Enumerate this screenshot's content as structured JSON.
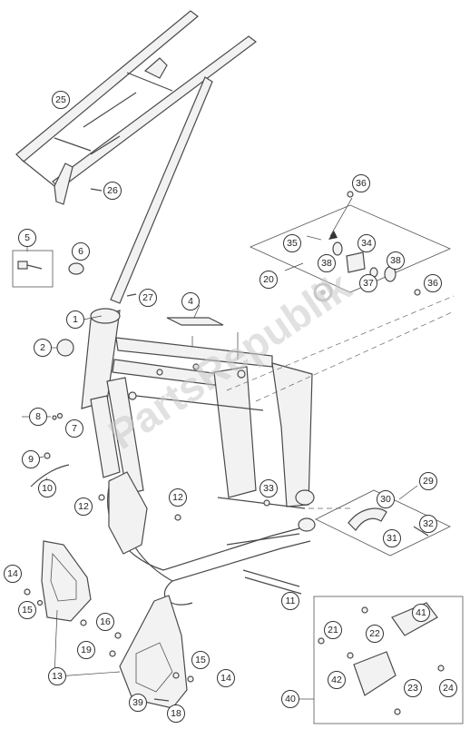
{
  "watermark": "PartsRepublik",
  "callouts": [
    {
      "id": "c1",
      "label": "1"
    },
    {
      "id": "c2",
      "label": "2"
    },
    {
      "id": "c4",
      "label": "4"
    },
    {
      "id": "c5",
      "label": "5"
    },
    {
      "id": "c6",
      "label": "6"
    },
    {
      "id": "c7",
      "label": "7"
    },
    {
      "id": "c8",
      "label": "8"
    },
    {
      "id": "c9",
      "label": "9"
    },
    {
      "id": "c10",
      "label": "10"
    },
    {
      "id": "c11",
      "label": "11"
    },
    {
      "id": "c12a",
      "label": "12"
    },
    {
      "id": "c12b",
      "label": "12"
    },
    {
      "id": "c13",
      "label": "13"
    },
    {
      "id": "c14a",
      "label": "14"
    },
    {
      "id": "c14b",
      "label": "14"
    },
    {
      "id": "c15a",
      "label": "15"
    },
    {
      "id": "c15b",
      "label": "15"
    },
    {
      "id": "c16",
      "label": "16"
    },
    {
      "id": "c18",
      "label": "18"
    },
    {
      "id": "c19",
      "label": "19"
    },
    {
      "id": "c20",
      "label": "20"
    },
    {
      "id": "c21",
      "label": "21"
    },
    {
      "id": "c22",
      "label": "22"
    },
    {
      "id": "c23",
      "label": "23"
    },
    {
      "id": "c24",
      "label": "24"
    },
    {
      "id": "c25",
      "label": "25"
    },
    {
      "id": "c26",
      "label": "26"
    },
    {
      "id": "c27",
      "label": "27"
    },
    {
      "id": "c29",
      "label": "29"
    },
    {
      "id": "c30",
      "label": "30"
    },
    {
      "id": "c31",
      "label": "31"
    },
    {
      "id": "c32",
      "label": "32"
    },
    {
      "id": "c33",
      "label": "33"
    },
    {
      "id": "c34",
      "label": "34"
    },
    {
      "id": "c35",
      "label": "35"
    },
    {
      "id": "c36a",
      "label": "36"
    },
    {
      "id": "c36b",
      "label": "36"
    },
    {
      "id": "c37",
      "label": "37"
    },
    {
      "id": "c38a",
      "label": "38"
    },
    {
      "id": "c38b",
      "label": "38"
    },
    {
      "id": "c39",
      "label": "39"
    },
    {
      "id": "c40",
      "label": "40"
    },
    {
      "id": "c41",
      "label": "41"
    },
    {
      "id": "c42",
      "label": "42"
    }
  ]
}
